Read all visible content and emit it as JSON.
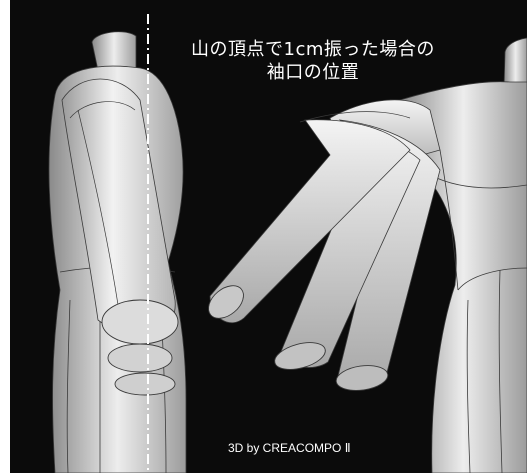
{
  "caption": {
    "line1": "山の頂点で1cm振った場合の",
    "line2": "袖口の位置"
  },
  "credit": "3D by CREACOMPO Ⅱ",
  "colors": {
    "background": "#0b0b0b",
    "body_surface": "#e6e6e6",
    "seam_lines": "#3a3a3a",
    "text": "#ffffff"
  }
}
